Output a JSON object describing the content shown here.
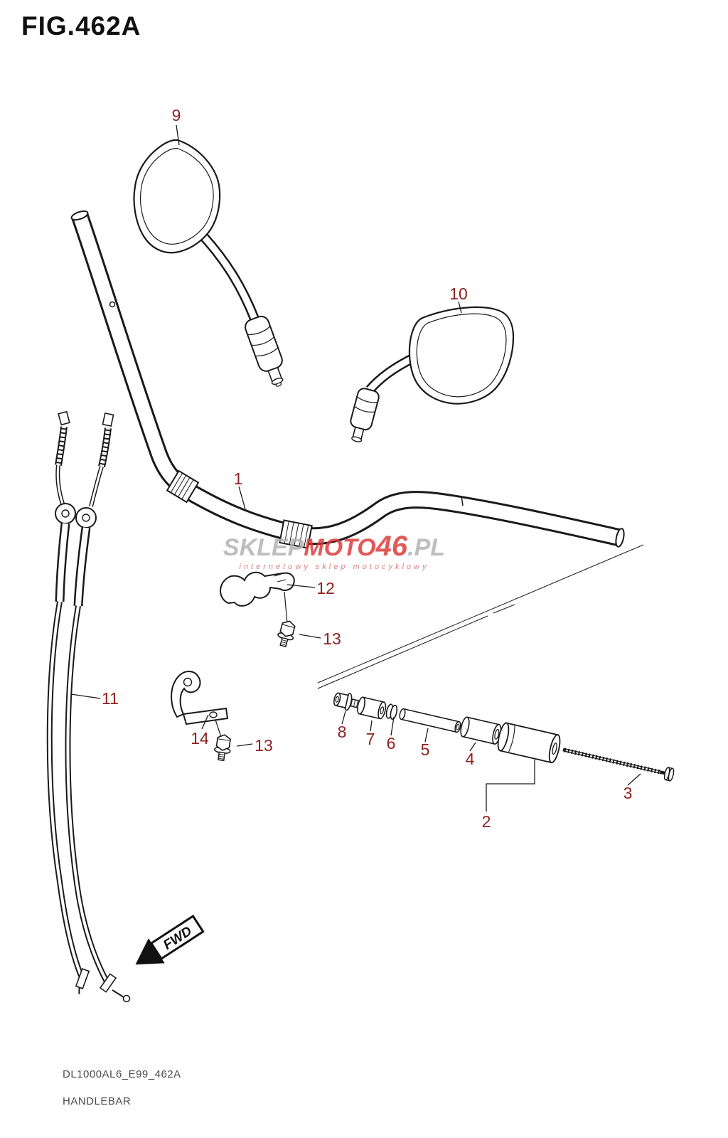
{
  "figure": {
    "title": "FIG.462A",
    "doc_code": "DL1000AL6_E99_462A",
    "doc_name": "HANDLEBAR"
  },
  "watermark": {
    "seg1": "SKLEP",
    "seg2": "MOTO",
    "seg3": "46",
    "seg4": ".PL",
    "subtitle": "internetowy sklep motocyklowy",
    "color_red": "#dd3b3b",
    "color_gray": "#b3b3b3"
  },
  "fwd": {
    "label": "FWD"
  },
  "colors": {
    "line": "#1a1a1a",
    "callout": "#8e1f1f"
  },
  "callouts": [
    {
      "part": "9"
    },
    {
      "part": "10"
    },
    {
      "part": "1"
    },
    {
      "part": "12"
    },
    {
      "part": "13"
    },
    {
      "part": "11"
    },
    {
      "part": "14"
    },
    {
      "part": "13"
    },
    {
      "part": "8"
    },
    {
      "part": "7"
    },
    {
      "part": "6"
    },
    {
      "part": "5"
    },
    {
      "part": "4"
    },
    {
      "part": "2"
    },
    {
      "part": "3"
    }
  ]
}
